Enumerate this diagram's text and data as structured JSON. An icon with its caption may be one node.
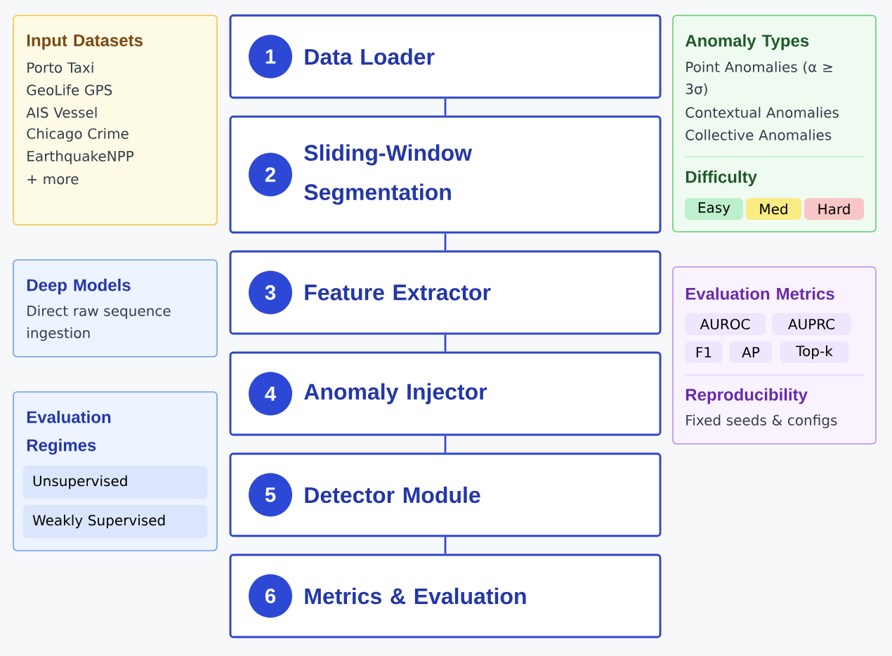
{
  "diagram": {
    "nodes": [
      {
        "text": [
          "1",
          "Data Loader"
        ]
      },
      {
        "text": [
          "2",
          "Sliding-Window Segmentation"
        ]
      },
      {
        "text": [
          "3",
          "Feature Extractor"
        ]
      },
      {
        "text": [
          "4",
          "Anomaly Injector"
        ]
      },
      {
        "text": [
          "5",
          "Detector Module"
        ]
      },
      {
        "text": [
          "6",
          "Metrics & Evaluation"
        ]
      },
      {
        "text": [
          "Input Datasets",
          "Porto Taxi",
          "GeoLife GPS",
          "AIS Vessel",
          "Chicago Crime",
          "EarthquakeNPP",
          "+ more"
        ]
      },
      {
        "text": [
          "Deep Models",
          "Direct raw sequence ingestion"
        ]
      },
      {
        "text": [
          "Evaluation Regimes"
        ]
      },
      {
        "text": [
          "Unsupervised"
        ],
        "in": 8
      },
      {
        "text": [
          "Weakly Supervised"
        ],
        "in": 8
      },
      {
        "text": [
          "Anomaly Types",
          "Point Anomalies (α ≥ 3σ)",
          "Contextual Anomalies",
          "Collective Anomalies",
          "Difficulty"
        ]
      },
      {
        "text": [
          "Easy"
        ],
        "in": 11
      },
      {
        "text": [
          "Med"
        ],
        "in": 11
      },
      {
        "text": [
          "Hard"
        ],
        "in": 11
      },
      {
        "text": [
          "Evaluation Metrics",
          "Reproducibility",
          "Fixed seeds & configs"
        ]
      },
      {
        "text": [
          "AUROC"
        ],
        "in": 15
      },
      {
        "text": [
          "AUPRC"
        ],
        "in": 15
      },
      {
        "text": [
          "F1"
        ],
        "in": 15
      },
      {
        "text": [
          "AP"
        ],
        "in": 15
      },
      {
        "text": [
          "Top-k"
        ],
        "in": 15
      }
    ],
    "edges": [
      {
        "from": 0,
        "to": 1,
        "arrow": "none"
      },
      {
        "from": 1,
        "to": 2,
        "arrow": "none"
      },
      {
        "from": 2,
        "to": 3,
        "arrow": "none"
      },
      {
        "from": 3,
        "to": 4,
        "arrow": "none"
      },
      {
        "from": 4,
        "to": 5,
        "arrow": "none"
      }
    ]
  }
}
